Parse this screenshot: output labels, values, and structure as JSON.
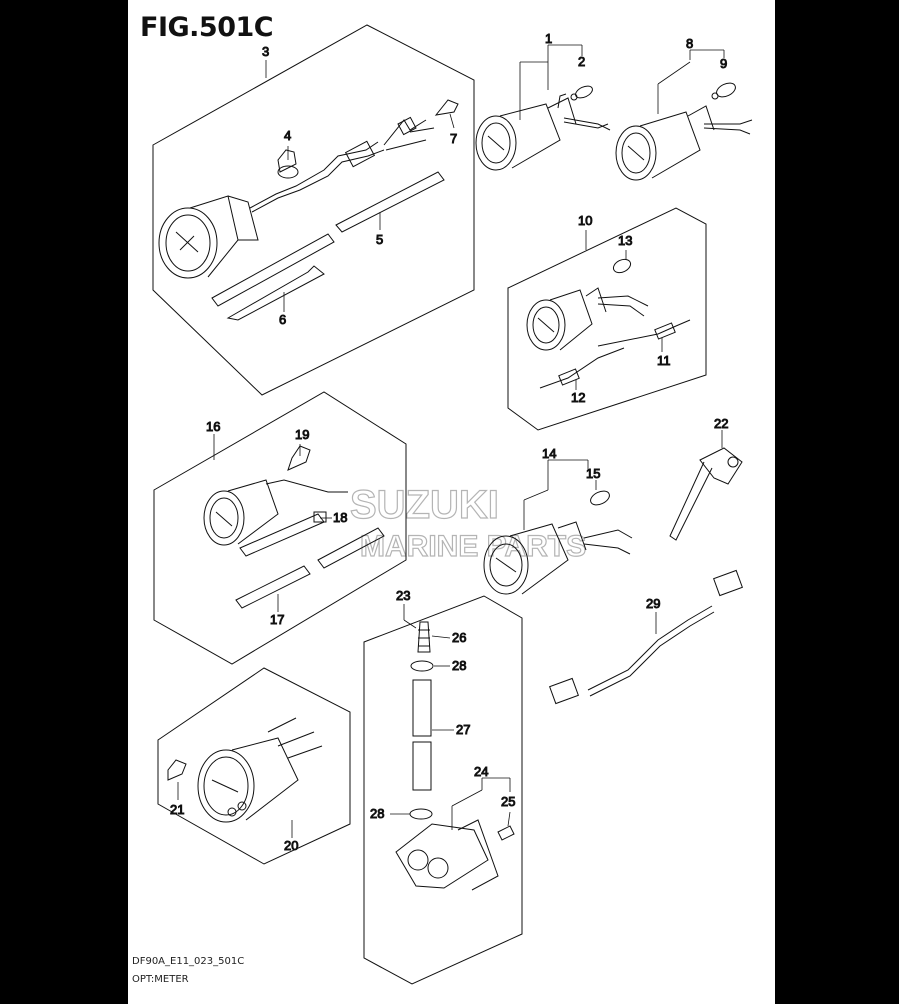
{
  "figure": {
    "title": "FIG.501C",
    "code": "DF90A_E11_023_501C",
    "name": "OPT:METER"
  },
  "watermark": {
    "line1": "SUZUKI",
    "line2": "MARINE PARTS"
  },
  "callouts": [
    "1",
    "2",
    "3",
    "4",
    "5",
    "6",
    "7",
    "8",
    "9",
    "10",
    "11",
    "12",
    "13",
    "14",
    "15",
    "16",
    "17",
    "18",
    "19",
    "20",
    "21",
    "22",
    "23",
    "24",
    "25",
    "26",
    "27",
    "28",
    "29"
  ],
  "colors": {
    "background": "#000000",
    "sheet": "#ffffff",
    "ink": "#111111"
  }
}
